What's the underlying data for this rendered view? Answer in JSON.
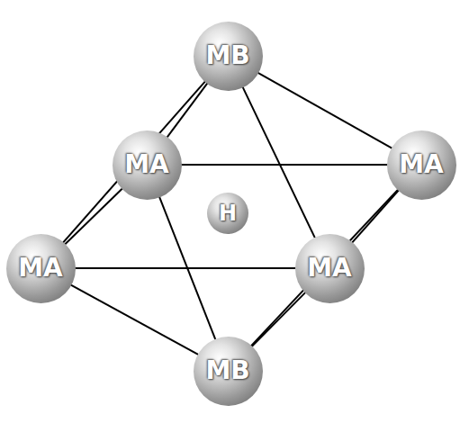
{
  "diagram": {
    "nodes": [
      {
        "text": [
          "MB"
        ]
      },
      {
        "text": [
          "MA"
        ]
      },
      {
        "text": [
          "MA"
        ]
      },
      {
        "text": [
          "H"
        ]
      },
      {
        "text": [
          "MA"
        ]
      },
      {
        "text": [
          "MA"
        ]
      },
      {
        "text": [
          "MB"
        ]
      }
    ],
    "edges": [
      {
        "from": 0,
        "to": 1,
        "arrow": "none"
      },
      {
        "from": 0,
        "to": 2,
        "arrow": "none"
      },
      {
        "from": 0,
        "to": 4,
        "arrow": "none"
      },
      {
        "from": 0,
        "to": 5,
        "arrow": "none"
      },
      {
        "from": 6,
        "to": 1,
        "arrow": "none"
      },
      {
        "from": 6,
        "to": 2,
        "arrow": "none"
      },
      {
        "from": 6,
        "to": 4,
        "arrow": "none"
      },
      {
        "from": 6,
        "to": 5,
        "arrow": "none"
      },
      {
        "from": 1,
        "to": 2,
        "arrow": "none"
      },
      {
        "from": 2,
        "to": 5,
        "arrow": "none"
      },
      {
        "from": 5,
        "to": 4,
        "arrow": "none"
      },
      {
        "from": 4,
        "to": 1,
        "arrow": "none"
      }
    ]
  }
}
